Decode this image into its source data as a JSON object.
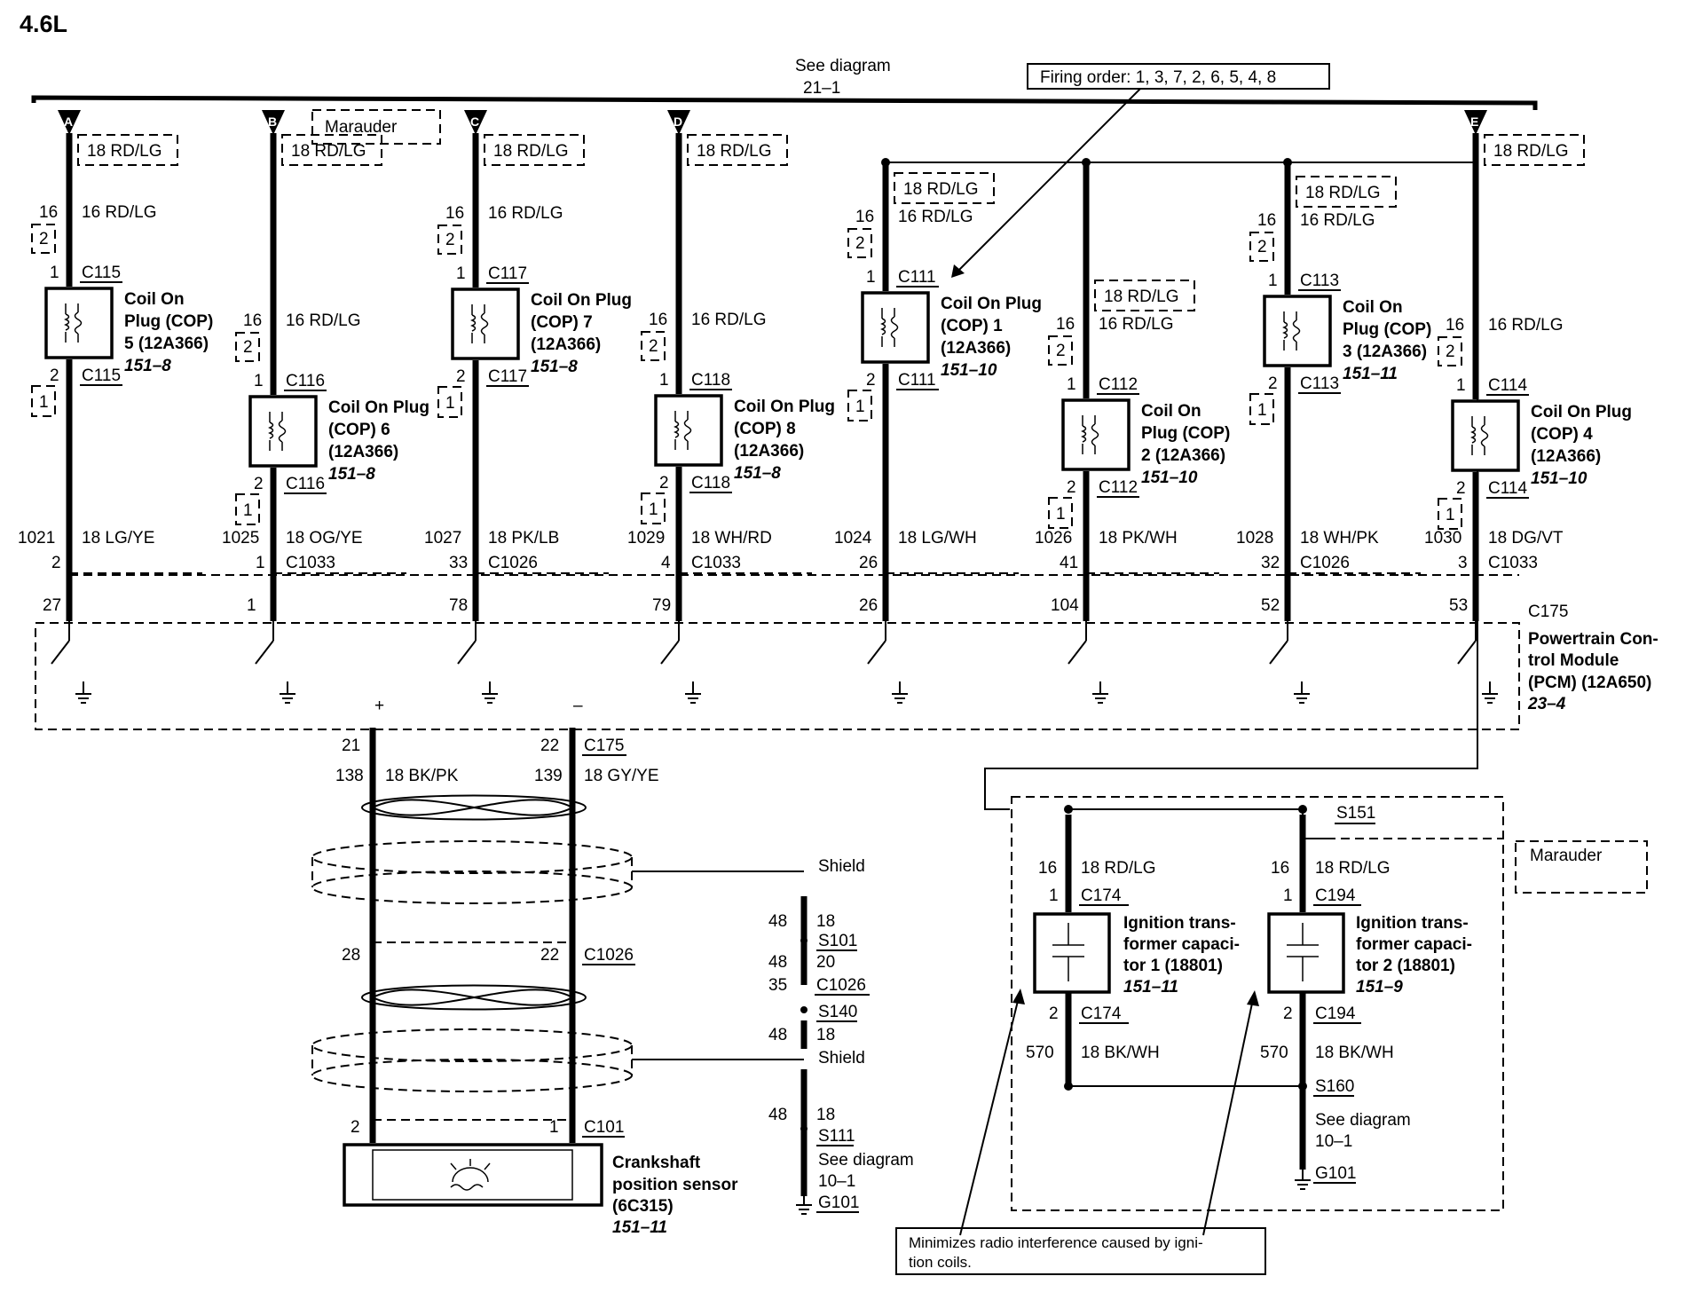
{
  "title": "4.6L",
  "top_bus": {
    "see_label": "See diagram",
    "see_ref": "21–1"
  },
  "firing_order": "Firing order: 1, 3, 7, 2, 6, 5, 4, 8",
  "marauder_label": "Marauder",
  "circuits": [
    {
      "tag": "A",
      "alt_wire": "18 RD/LG",
      "pin": "16",
      "wire": "16 RD/LG",
      "alt_pin": "2",
      "conn_top": "C115",
      "pin1": "1",
      "pin2": "2",
      "conn_bot": "C115",
      "alt_pin2": "1",
      "coil_lines": [
        "Coil On",
        "Plug (COP)",
        "5 (12A366)"
      ],
      "coil_ref": "151–8",
      "out_circuit": "1021",
      "out_wire": "18 LG/YE",
      "out_pin": "2",
      "out_conn": "",
      "pcm_pin": "27"
    },
    {
      "tag": "B",
      "alt_wire": "18 RD/LG",
      "pin": "16",
      "wire": "16 RD/LG",
      "alt_pin": "2",
      "conn_top": "C116",
      "pin1": "1",
      "pin2": "2",
      "conn_bot": "C116",
      "alt_pin2": "1",
      "coil_lines": [
        "Coil On Plug",
        "(COP) 6",
        "(12A366)"
      ],
      "coil_ref": "151–8",
      "out_circuit": "1025",
      "out_wire": "18 OG/YE",
      "out_pin": "1",
      "out_conn": "C1033",
      "pcm_pin": "1"
    },
    {
      "tag": "C",
      "alt_wire": "18 RD/LG",
      "pin": "16",
      "wire": "16 RD/LG",
      "alt_pin": "2",
      "conn_top": "C117",
      "pin1": "1",
      "pin2": "2",
      "conn_bot": "C117",
      "alt_pin2": "1",
      "coil_lines": [
        "Coil On Plug",
        "(COP) 7",
        "(12A366)"
      ],
      "coil_ref": "151–8",
      "out_circuit": "1027",
      "out_wire": "18 PK/LB",
      "out_pin": "33",
      "out_conn": "C1026",
      "pcm_pin": "78"
    },
    {
      "tag": "D",
      "alt_wire": "18 RD/LG",
      "pin": "16",
      "wire": "16 RD/LG",
      "alt_pin": "2",
      "conn_top": "C118",
      "pin1": "1",
      "pin2": "2",
      "conn_bot": "C118",
      "alt_pin2": "1",
      "coil_lines": [
        "Coil On Plug",
        "(COP) 8",
        "(12A366)"
      ],
      "coil_ref": "151–8",
      "out_circuit": "1029",
      "out_wire": "18 WH/RD",
      "out_pin": "4",
      "out_conn": "C1033",
      "pcm_pin": "79"
    },
    {
      "tag": "",
      "alt_wire": "18 RD/LG",
      "pin": "16",
      "wire": "16 RD/LG",
      "alt_pin": "2",
      "conn_top": "C111",
      "pin1": "1",
      "pin2": "2",
      "conn_bot": "C111",
      "alt_pin2": "1",
      "coil_lines": [
        "Coil On Plug",
        "(COP) 1",
        "(12A366)"
      ],
      "coil_ref": "151–10",
      "out_circuit": "1024",
      "out_wire": "18 LG/WH",
      "out_pin": "26",
      "out_conn": "",
      "pcm_pin": "26"
    },
    {
      "tag": "",
      "alt_wire": "18 RD/LG",
      "pin": "16",
      "wire": "16 RD/LG",
      "alt_pin": "2",
      "conn_top": "C112",
      "pin1": "1",
      "pin2": "2",
      "conn_bot": "C112",
      "alt_pin2": "1",
      "coil_lines": [
        "Coil On",
        "Plug (COP)",
        "2 (12A366)"
      ],
      "coil_ref": "151–10",
      "out_circuit": "1026",
      "out_wire": "18 PK/WH",
      "out_pin": "41",
      "out_conn": "",
      "pcm_pin": "104"
    },
    {
      "tag": "",
      "alt_wire": "18 RD/LG",
      "pin": "16",
      "wire": "16 RD/LG",
      "alt_pin": "2",
      "conn_top": "C113",
      "pin1": "1",
      "pin2": "2",
      "conn_bot": "C113",
      "alt_pin2": "1",
      "coil_lines": [
        "Coil On",
        "Plug (COP)",
        "3 (12A366)"
      ],
      "coil_ref": "151–11",
      "out_circuit": "1028",
      "out_wire": "18 WH/PK",
      "out_pin": "32",
      "out_conn": "C1026",
      "pcm_pin": "52"
    },
    {
      "tag": "E",
      "alt_wire": "18 RD/LG",
      "pin": "16",
      "wire": "16 RD/LG",
      "alt_pin": "2",
      "conn_top": "C114",
      "pin1": "1",
      "pin2": "2",
      "conn_bot": "C114",
      "alt_pin2": "1",
      "coil_lines": [
        "Coil On Plug",
        "(COP) 4",
        "(12A366)"
      ],
      "coil_ref": "151–10",
      "out_circuit": "1030",
      "out_wire": "18 DG/VT",
      "out_pin": "3",
      "out_conn": "C1033",
      "pcm_pin": "53"
    }
  ],
  "pcm": {
    "connector": "C175",
    "label_lines": [
      "Powertrain Con-",
      "trol Module",
      "(PCM) (12A650)"
    ],
    "ref": "23–4",
    "plus": "+",
    "minus": "–"
  },
  "ckp": {
    "left": {
      "pcm_pin": "21",
      "circuit": "138",
      "wire": "18 BK/PK",
      "mid_pin": "28",
      "sensor_pin": "2"
    },
    "right": {
      "pcm_pin": "22",
      "circuit": "139",
      "wire": "18 GY/YE",
      "mid_pin": "22",
      "sensor_pin": "1"
    },
    "conn_pcm": "C175",
    "conn_mid": "C1026",
    "conn_sensor": "C101",
    "label_lines": [
      "Crankshaft",
      "position sensor",
      "(6C315)"
    ],
    "ref": "151–11"
  },
  "shield_ground": {
    "shield1": "Shield",
    "a_circ": "48",
    "a_gauge": "18",
    "splice1": "S101",
    "b_circ": "48",
    "b_gauge": "20",
    "c_circ": "35",
    "c_conn": "C1026",
    "splice2": "S140",
    "d_circ": "48",
    "d_gauge": "18",
    "shield2": "Shield",
    "e_circ": "48",
    "e_gauge": "18",
    "splice3": "S111",
    "see": "See diagram",
    "see_ref": "10–1",
    "ground": "G101"
  },
  "capacitor_section": {
    "splice_top": "S151",
    "marauder_label": "Marauder",
    "cap1": {
      "circuit": "16",
      "wire": "18 RD/LG",
      "pin1": "1",
      "conn_top": "C174",
      "pin2": "2",
      "conn_bot": "C174",
      "gnd_circ": "570",
      "gnd_wire": "18 BK/WH",
      "label_lines": [
        "Ignition trans-",
        "former capaci-",
        "tor 1 (18801)"
      ],
      "ref": "151–11"
    },
    "cap2": {
      "circuit": "16",
      "wire": "18 RD/LG",
      "pin1": "1",
      "conn_top": "C194",
      "pin2": "2",
      "conn_bot": "C194",
      "gnd_circ": "570",
      "gnd_wire": "18 BK/WH",
      "label_lines": [
        "Ignition trans-",
        "former capaci-",
        "tor 2 (18801)"
      ],
      "ref": "151–9"
    },
    "splice_bot": "S160",
    "see": "See diagram",
    "see_ref": "10–1",
    "ground": "G101"
  },
  "note_lines": [
    "Minimizes radio interference caused by igni-",
    "tion coils."
  ]
}
